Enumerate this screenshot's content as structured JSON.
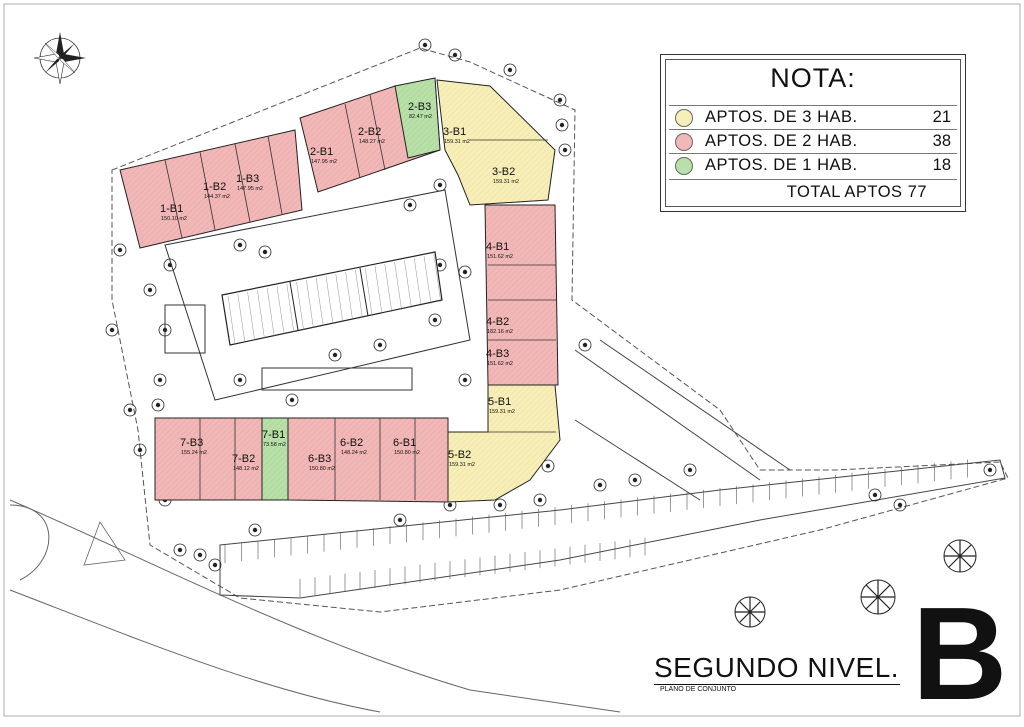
{
  "nota": {
    "title": "NOTA:",
    "rows": [
      {
        "label": "APTOS.  DE  3  HAB.",
        "count": "21",
        "color": "#f7efb7"
      },
      {
        "label": "APTOS.  DE  2  HAB.",
        "count": "38",
        "color": "#f2b8b8"
      },
      {
        "label": "APTOS.  DE  1  HAB.",
        "count": "18",
        "color": "#b8e0a8"
      }
    ],
    "total": "TOTAL  APTOS    77"
  },
  "units": [
    {
      "name": "1-B1",
      "area": "150.10 m2",
      "type": "2hab"
    },
    {
      "name": "1-B2",
      "area": "144.37 m2",
      "type": "2hab"
    },
    {
      "name": "1-B3",
      "area": "147.95 m2",
      "type": "2hab"
    },
    {
      "name": "2-B1",
      "area": "147.95 m2",
      "type": "2hab"
    },
    {
      "name": "2-B2",
      "area": "148.27 m2",
      "type": "2hab"
    },
    {
      "name": "2-B3",
      "area": "82.47 m2",
      "type": "1hab"
    },
    {
      "name": "3-B1",
      "area": "159.31 m2",
      "type": "3hab"
    },
    {
      "name": "3-B2",
      "area": "159.31 m2",
      "type": "3hab"
    },
    {
      "name": "4-B1",
      "area": "151.62 m2",
      "type": "2hab"
    },
    {
      "name": "4-B2",
      "area": "182.16 m2",
      "type": "2hab"
    },
    {
      "name": "4-B3",
      "area": "151.62 m2",
      "type": "2hab"
    },
    {
      "name": "5-B1",
      "area": "159.31 m2",
      "type": "3hab"
    },
    {
      "name": "5-B2",
      "area": "159.31 m2",
      "type": "3hab"
    },
    {
      "name": "6-B1",
      "area": "150.80 m2",
      "type": "2hab"
    },
    {
      "name": "6-B2",
      "area": "148.24 m2",
      "type": "2hab"
    },
    {
      "name": "6-B3",
      "area": "150.80 m2",
      "type": "2hab"
    },
    {
      "name": "7-B1",
      "area": "73.58 m2",
      "type": "1hab"
    },
    {
      "name": "7-B2",
      "area": "148.12 m2",
      "type": "2hab"
    },
    {
      "name": "7-B3",
      "area": "155.24 m2",
      "type": "2hab"
    }
  ],
  "colors": {
    "hab3": "#f7efb7",
    "hab2": "#f2b8b8",
    "hab1": "#b8e0a8",
    "line": "#222222"
  },
  "title": {
    "main": "SEGUNDO NIVEL.",
    "sub": "PLANO DE CONJUNTO",
    "letter": "B"
  }
}
